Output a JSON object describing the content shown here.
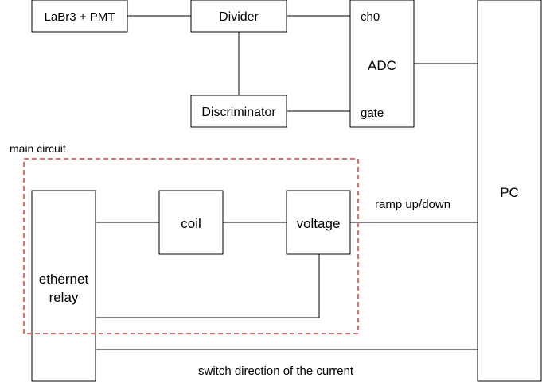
{
  "colors": {
    "stroke": "#000000",
    "group_border": "#ea6b66",
    "background": "#ffffff"
  },
  "nodes": {
    "labr3_pmt": "LaBr3 + PMT",
    "divider": "Divider",
    "discriminator": "Discriminator",
    "adc": {
      "title": "ADC",
      "port_ch0": "ch0",
      "port_gate": "gate"
    },
    "pc": "PC",
    "coil": "coil",
    "voltage": "voltage",
    "ethernet_relay": {
      "line1": "ethernet",
      "line2": "relay"
    }
  },
  "group": {
    "label": "main circuit"
  },
  "edge_labels": {
    "ramp": "ramp up/down",
    "switch": "switch direction of the current"
  }
}
